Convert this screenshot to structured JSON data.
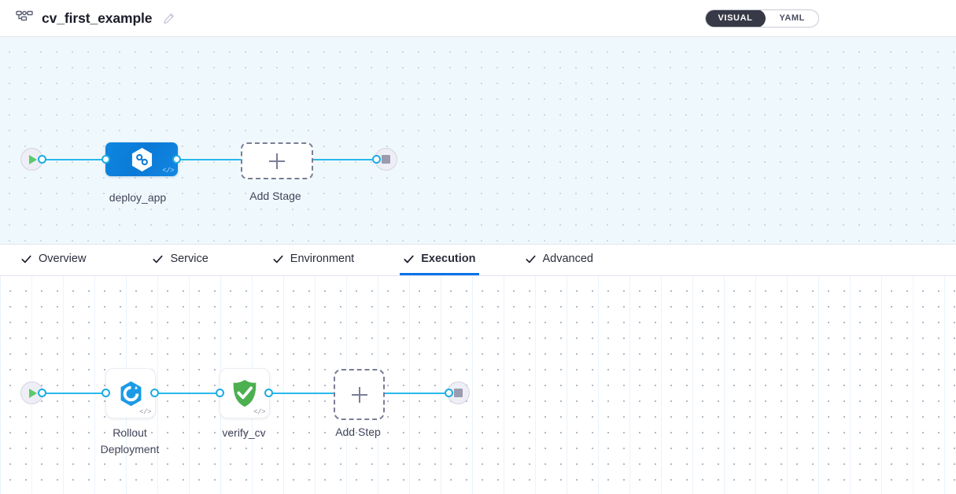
{
  "header": {
    "pipeline_icon": "pipeline-hierarchy-icon",
    "title": "cv_first_example",
    "edit_icon": "pencil-edit-icon",
    "mode_toggle": {
      "options": [
        {
          "label": "VISUAL",
          "active": true
        },
        {
          "label": "YAML",
          "active": false
        }
      ]
    }
  },
  "stage_canvas": {
    "start_node": {
      "name": "start-node",
      "icon": "play-icon"
    },
    "end_node": {
      "name": "end-node",
      "icon": "stop-icon"
    },
    "stages": [
      {
        "label": "deploy_app",
        "icon": "harness-hexagon-icon",
        "code_badge": "</>",
        "selected": true
      },
      {
        "label": "Add Stage",
        "icon": "plus-icon",
        "is_add": true
      }
    ]
  },
  "tabs": {
    "check_icon": "check-icon",
    "items": [
      {
        "label": "Overview",
        "active": false,
        "checked": true
      },
      {
        "label": "Service",
        "active": false,
        "checked": true
      },
      {
        "label": "Environment",
        "active": false,
        "checked": true
      },
      {
        "label": "Execution",
        "active": true,
        "checked": true
      },
      {
        "label": "Advanced",
        "active": false,
        "checked": true
      }
    ]
  },
  "step_canvas": {
    "start_node": {
      "name": "start-node",
      "icon": "play-icon"
    },
    "end_node": {
      "name": "end-node",
      "icon": "stop-icon"
    },
    "steps": [
      {
        "label": "Rollout\nDeployment",
        "icon": "rollout-deployment-icon",
        "code_badge": "</>"
      },
      {
        "label": "verify_cv",
        "icon": "verify-shield-check-icon",
        "code_badge": "</>"
      },
      {
        "label": "Add Step",
        "icon": "plus-icon",
        "is_add": true
      }
    ]
  },
  "colors": {
    "accent_blue": "#0a73e8",
    "edge_blue": "#29b8ec",
    "stage_blue": "#0e86e0",
    "verify_green": "#4caf50",
    "toggle_dark": "#383946",
    "stage_canvas_bg": "#eff9fd"
  }
}
